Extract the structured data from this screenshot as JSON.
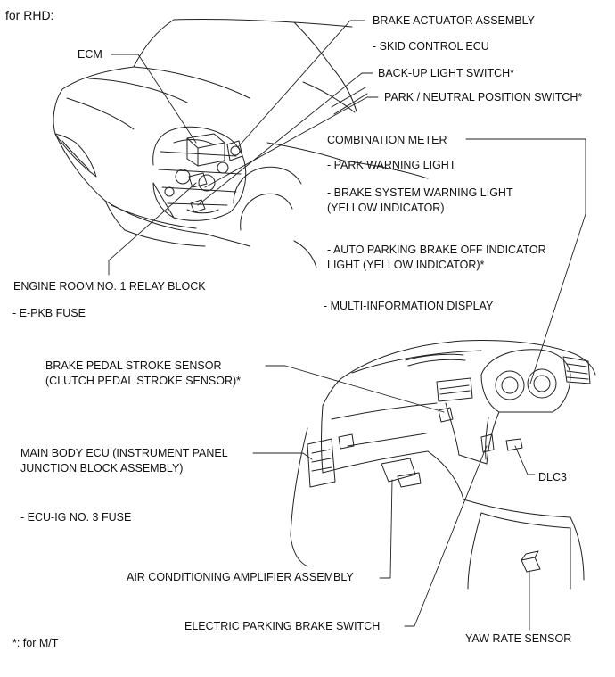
{
  "title": "for RHD:",
  "labels": {
    "brake_actuator": "BRAKE ACTUATOR ASSEMBLY",
    "skid_ecu": "- SKID CONTROL ECU",
    "ecm": "ECM",
    "backup_switch": "BACK-UP LIGHT SWITCH*",
    "park_neutral": "PARK / NEUTRAL POSITION SWITCH*",
    "combination_meter": "COMBINATION METER",
    "park_warning": "- PARK WARNING LIGHT",
    "brake_system_warning": "- BRAKE SYSTEM WARNING LIGHT\n(YELLOW INDICATOR)",
    "auto_parking_off": "- AUTO PARKING BRAKE OFF INDICATOR\nLIGHT (YELLOW INDICATOR)*",
    "multi_info": "- MULTI-INFORMATION DISPLAY",
    "engine_relay": "ENGINE ROOM NO. 1 RELAY BLOCK",
    "epkb_fuse": "- E-PKB FUSE",
    "pedal_sensor": "BRAKE PEDAL STROKE SENSOR\n(CLUTCH PEDAL STROKE SENSOR)*",
    "main_body_ecu": "MAIN BODY ECU (INSTRUMENT PANEL\nJUNCTION BLOCK ASSEMBLY)",
    "ecu_ig_fuse": "- ECU-IG NO. 3 FUSE",
    "dlc3": "DLC3",
    "ac_amplifier": "AIR CONDITIONING AMPLIFIER ASSEMBLY",
    "epb_switch": "ELECTRIC PARKING BRAKE SWITCH",
    "yaw_sensor": "YAW RATE SENSOR",
    "footnote": "*: for M/T"
  }
}
